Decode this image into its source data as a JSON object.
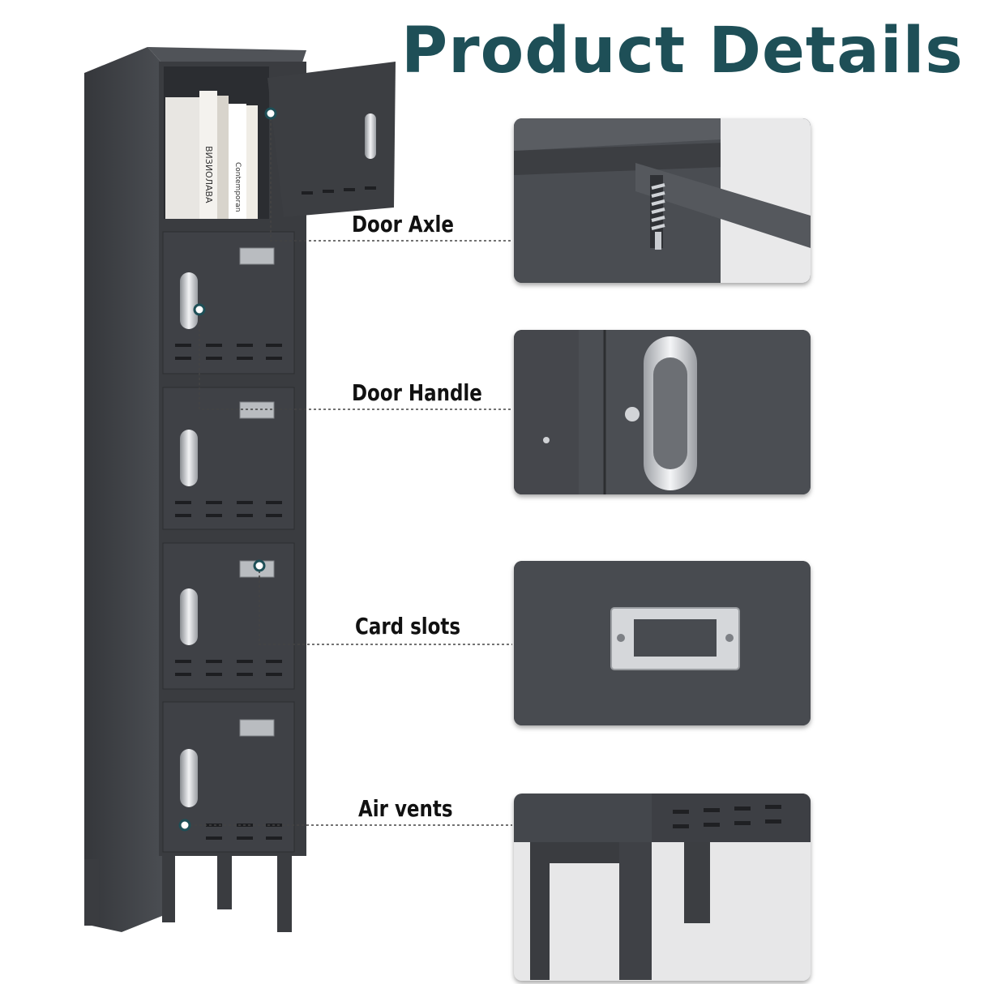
{
  "header": {
    "title": "Product Details"
  },
  "callouts": [
    {
      "label": "Door Axle"
    },
    {
      "label": "Door Handle"
    },
    {
      "label": "Card slots"
    },
    {
      "label": "Air vents"
    }
  ],
  "colors": {
    "title": "#1e4f57",
    "locker": "#3f4146",
    "panel_bg": "#484b50",
    "metal": "#c9ccd0"
  },
  "locker": {
    "book_spines": [
      "ВИЗИОЛАВА",
      "Contemporan"
    ]
  },
  "icons": [
    "door-axle-spring-icon",
    "door-handle-icon",
    "card-slot-icon",
    "air-vent-icon"
  ]
}
